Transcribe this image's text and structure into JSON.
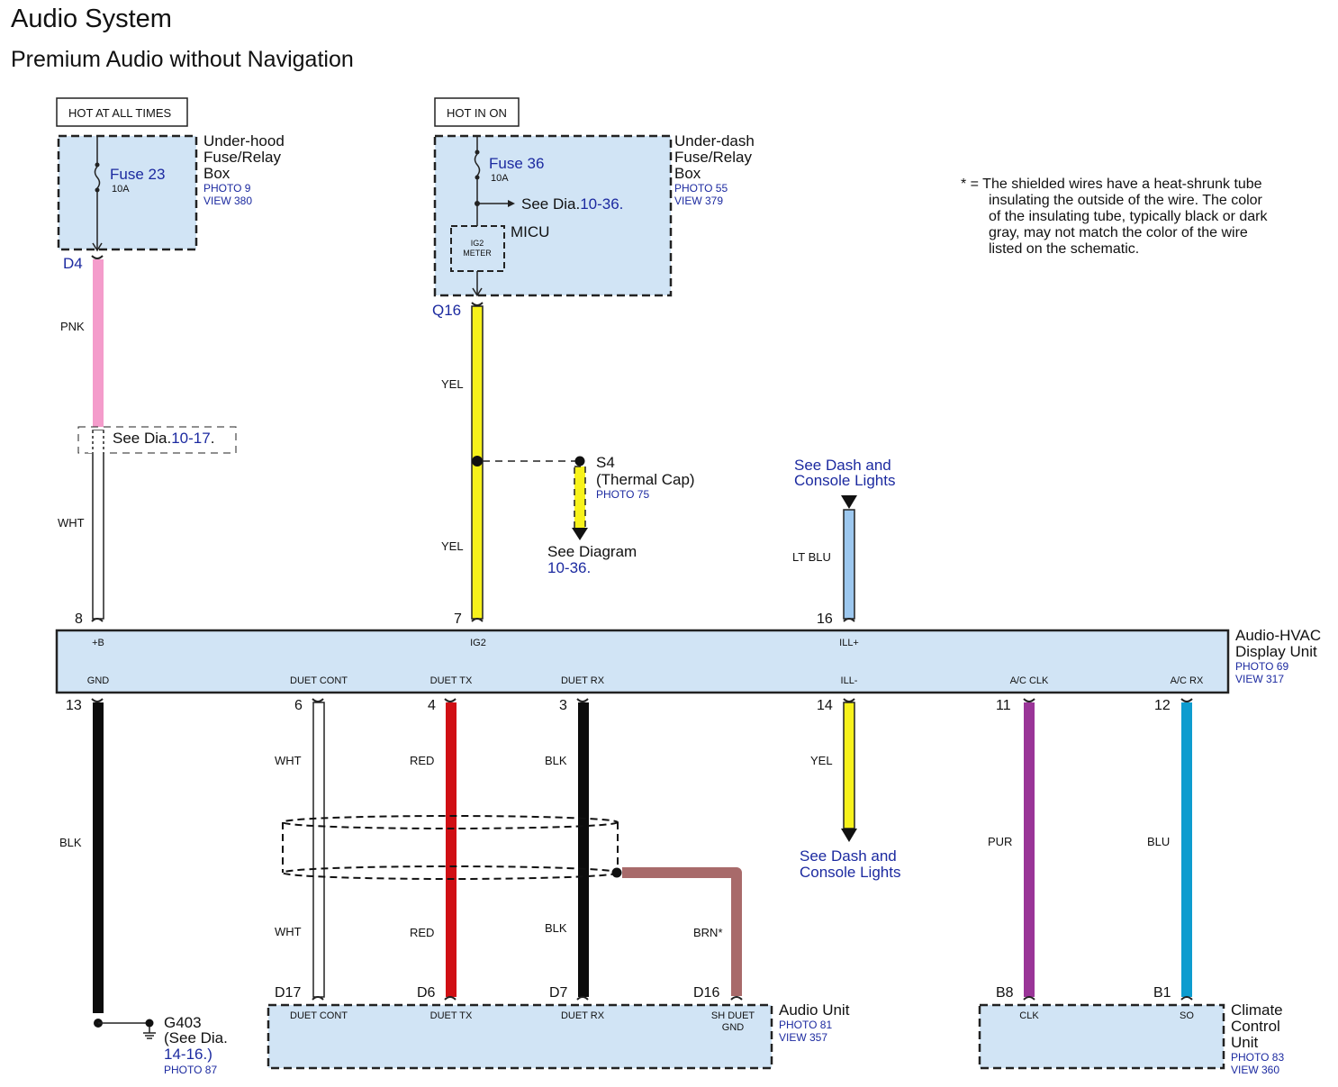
{
  "header": {
    "title": "Audio System",
    "subtitle": "Premium Audio without Navigation"
  },
  "power": {
    "hot_at_all_times": "HOT AT ALL TIMES",
    "hot_in_on": "HOT IN ON"
  },
  "underhood": {
    "name_line1": "Under-hood",
    "name_line2": "Fuse/Relay",
    "name_line3": "Box",
    "photo": "PHOTO 9",
    "view": "VIEW 380",
    "fuse": "Fuse 23",
    "amps": "10A",
    "connector": "D4"
  },
  "underdash": {
    "name_line1": "Under-dash",
    "name_line2": "Fuse/Relay",
    "name_line3": "Box",
    "photo": "PHOTO 55",
    "view": "VIEW 379",
    "fuse": "Fuse 36",
    "amps": "10A",
    "see_prefix": "See Dia.",
    "see_link": "10-36.",
    "micu": "MICU",
    "ig2_line1": "IG2",
    "ig2_line2": "METER",
    "connector": "Q16"
  },
  "note": {
    "line1": "* = The shielded wires have a heat-shrunk tube",
    "line2": "insulating the outside of the wire. The color",
    "line3": "of the insulating tube, typically black or dark",
    "line4": "gray, may not match the color of the wire",
    "line5": "listed on the schematic."
  },
  "wires": {
    "pnk": "PNK",
    "wht_upper": "WHT",
    "yel_upper1": "YEL",
    "yel_upper2": "YEL",
    "lt_blu": "LT BLU",
    "blk_gnd": "BLK",
    "wht_lower1": "WHT",
    "wht_lower2": "WHT",
    "red1": "RED",
    "red2": "RED",
    "blk1": "BLK",
    "blk2": "BLK",
    "yel_lower": "YEL",
    "brn": "BRN*",
    "pur": "PUR",
    "blu": "BLU"
  },
  "see_dia_1017": {
    "prefix": "See Dia.",
    "link": "10-17",
    "suffix": "."
  },
  "s4": {
    "name": "S4",
    "desc": "(Thermal Cap)",
    "photo": "PHOTO 75",
    "see_line1": "See Diagram",
    "see_line2": "10-36."
  },
  "dash_lights": {
    "upper_line1": "See Dash and",
    "upper_line2": "Console Lights",
    "lower_line1": "See Dash and",
    "lower_line2": "Console Lights"
  },
  "hvac": {
    "name_line1": "Audio-HVAC",
    "name_line2": "Display Unit",
    "photo": "PHOTO 69",
    "view": "VIEW 317",
    "top_pins": [
      {
        "num": "8",
        "label": "+B"
      },
      {
        "num": "7",
        "label": "IG2"
      },
      {
        "num": "16",
        "label": "ILL+"
      }
    ],
    "bottom_pins": [
      {
        "num": "13",
        "label": "GND"
      },
      {
        "num": "6",
        "label": "DUET CONT"
      },
      {
        "num": "4",
        "label": "DUET TX"
      },
      {
        "num": "3",
        "label": "DUET RX"
      },
      {
        "num": "14",
        "label": "ILL-"
      },
      {
        "num": "11",
        "label": "A/C CLK"
      },
      {
        "num": "12",
        "label": "A/C RX"
      }
    ]
  },
  "audio_unit": {
    "name": "Audio Unit",
    "photo": "PHOTO 81",
    "view": "VIEW 357",
    "pins": [
      {
        "num": "D17",
        "label": "DUET CONT"
      },
      {
        "num": "D6",
        "label": "DUET TX"
      },
      {
        "num": "D7",
        "label": "DUET RX"
      },
      {
        "num": "D16",
        "label_line1": "SH DUET",
        "label_line2": "GND"
      }
    ]
  },
  "climate": {
    "name_line1": "Climate",
    "name_line2": "Control",
    "name_line3": "Unit",
    "photo": "PHOTO 83",
    "view": "VIEW 360",
    "pins": [
      {
        "num": "B8",
        "label": "CLK"
      },
      {
        "num": "B1",
        "label": "SO"
      }
    ]
  },
  "ground": {
    "name": "G403",
    "line2": "(See Dia.",
    "line3": "14-16.)",
    "photo": "PHOTO 87"
  },
  "colors": {
    "pnk": "#f49ccb",
    "yel": "#f7f21b",
    "lt_blu": "#9dc8ef",
    "red": "#d00f14",
    "blk": "#0c0c0c",
    "brn": "#a86a6a",
    "pur": "#9a3598",
    "blu": "#0e9ccf",
    "box_fill": "#d1e4f5",
    "link_blue": "#1c2aa0"
  }
}
